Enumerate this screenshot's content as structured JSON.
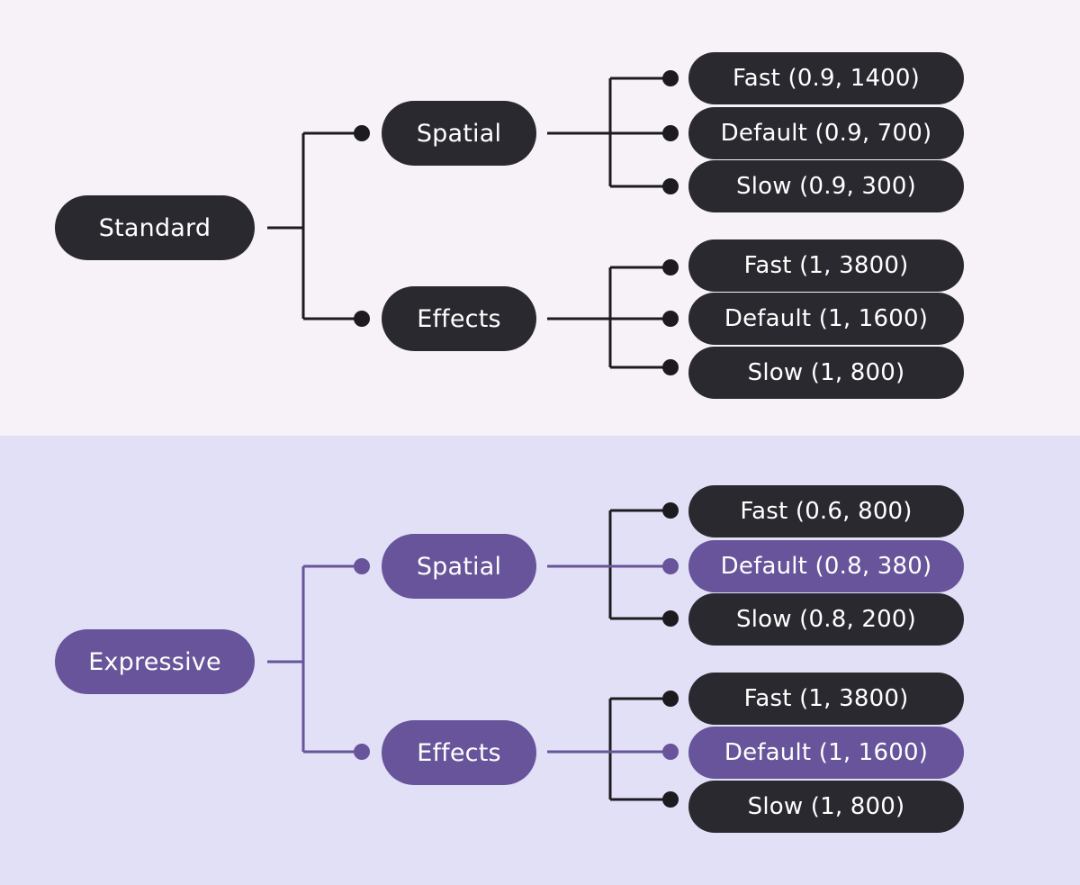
{
  "colors": {
    "standard_bg": "#f6f2f8",
    "expressive_bg": "#e2e0f6",
    "dark_node": "#2b2930",
    "accent_purple": "#67549a",
    "dark_line": "#1d1b20"
  },
  "standard": {
    "root": "Standard",
    "spatial": {
      "label": "Spatial",
      "fast": "Fast (0.9, 1400)",
      "default": "Default (0.9, 700)",
      "slow": "Slow (0.9, 300)"
    },
    "effects": {
      "label": "Effects",
      "fast": "Fast (1, 3800)",
      "default": "Default (1, 1600)",
      "slow": "Slow (1, 800)"
    }
  },
  "expressive": {
    "root": "Expressive",
    "spatial": {
      "label": "Spatial",
      "fast": "Fast (0.6, 800)",
      "default": "Default (0.8, 380)",
      "slow": "Slow (0.8, 200)"
    },
    "effects": {
      "label": "Effects",
      "fast": "Fast (1, 3800)",
      "default": "Default (1, 1600)",
      "slow": "Slow (1, 800)"
    }
  }
}
